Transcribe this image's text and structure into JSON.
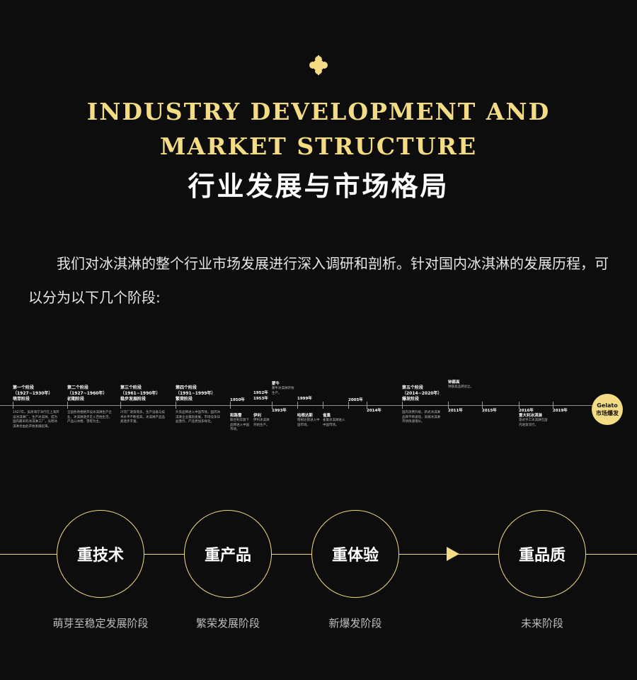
{
  "header": {
    "title_en_line1": "INDUSTRY DEVELOPMENT AND",
    "title_en_line2": "MARKET STRUCTURE",
    "title_cn": "行业发展与市场格局",
    "accent_color": "#f3dc84",
    "ornament_icon": "quatrefoil-icon"
  },
  "intro": "我们对冰淇淋的整个行业市场发展进行深入调研和剖析。针对国内冰淇淋的发展历程，可以分为以下几个阶段:",
  "timeline": {
    "end_label_1": "Gelato",
    "end_label_2": "市场爆发",
    "stages": [
      {
        "title": "第一个阶段",
        "sub": "（1927~1930年）",
        "name": "萌芽阶段",
        "text": "1927年，美商海宁洋行在上海开设冰淇淋厂，生产冰淇淋，成为国内最早的冰淇淋工厂，光明冰淇淋也由此开始发展起来。"
      },
      {
        "title": "第二个阶段",
        "sub": "（1927~1960年）",
        "name": "初期阶段",
        "text": "全国各地相继开设冰淇淋生产企业，冰淇淋逐步走入百姓生活，产品以冰棍、雪糕为主。"
      },
      {
        "title": "第三个阶段",
        "sub": "（1961~1990年）",
        "name": "稳步发展阶段",
        "text": "冷饮厂逐渐增多，生产设备与技术水平不断提高，冰淇淋产品品类逐步丰富。"
      },
      {
        "title": "第四个阶段",
        "sub": "（1991~1999年）",
        "name": "繁荣阶段",
        "text": "外资品牌进入中国市场，国内冰淇淋企业蓬勃发展，市场竞争日益激烈，产品更加多样化。"
      },
      {
        "title": "第五个阶段",
        "sub": "（2014~2020年）",
        "name": "爆发阶段",
        "text": "国内消费升级，新式冰淇淋品牌不断涌现，高端冰淇淋市场快速增长。"
      }
    ],
    "years": [
      "1950年",
      "1952年",
      "1953年",
      "1993年",
      "1999年",
      "2005年",
      "2014年",
      "2011年",
      "2015年",
      "2016年",
      "2019年"
    ],
    "notes": [
      {
        "title": "和路雪",
        "text": "联合利华旗下品牌进入中国市场。"
      },
      {
        "title": "伊利",
        "text": "伊利冰淇淋开始生产。"
      },
      {
        "title": "蒙牛",
        "text": "蒙牛冰淇淋开始生产。"
      },
      {
        "title": "哈根达斯",
        "text": "哈根达斯进入中国市场。"
      },
      {
        "title": "雀巢",
        "text": "雀巢冰淇淋进入中国市场。"
      },
      {
        "title": "钟薛高",
        "text": "钟薛高品牌创立。"
      },
      {
        "title": "意大利冰淇淋",
        "text": "意式手工冰淇淋在国内逐渐流行。"
      }
    ]
  },
  "flow": {
    "steps": [
      {
        "title": "重技术",
        "label": "萌芽至稳定发展阶段"
      },
      {
        "title": "重产品",
        "label": "繁荣发展阶段"
      },
      {
        "title": "重体验",
        "label": "新爆发阶段"
      },
      {
        "title": "重品质",
        "label": "未来阶段"
      }
    ],
    "arrow_icon": "triangle-right-icon"
  }
}
